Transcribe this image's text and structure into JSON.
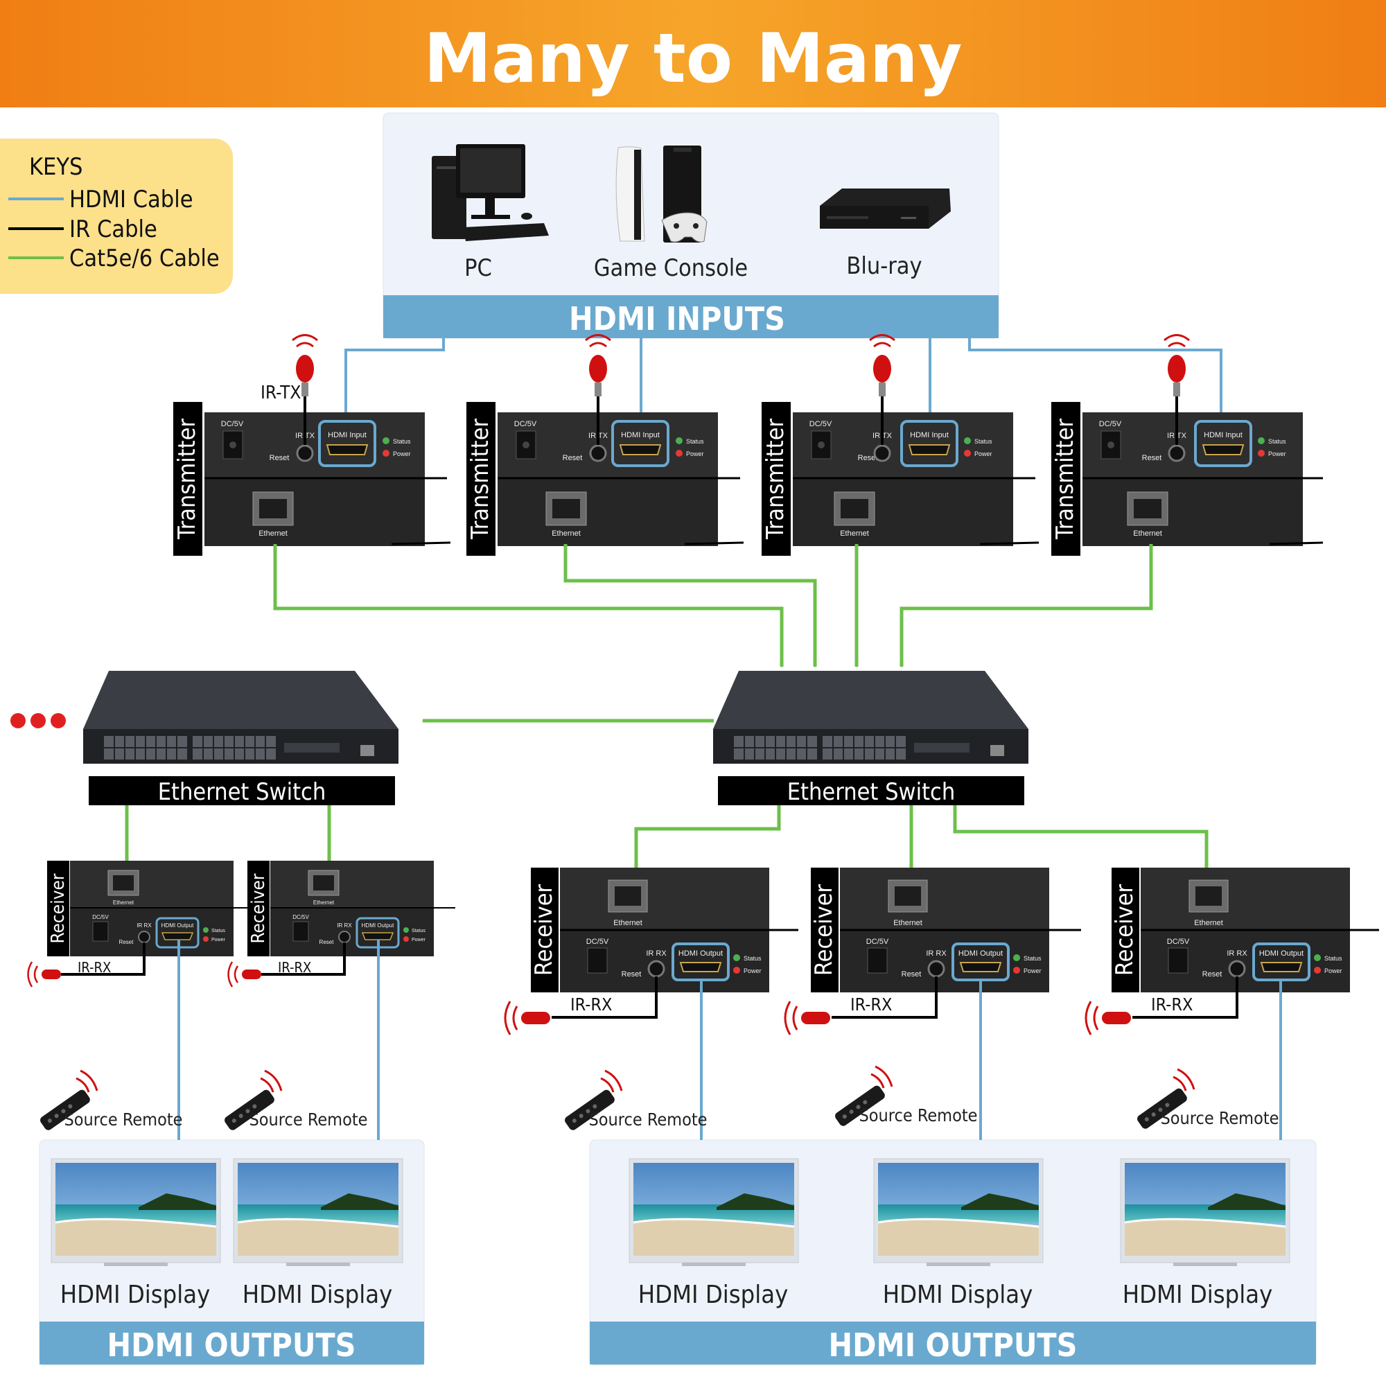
{
  "title": "Many to Many",
  "keys": {
    "heading": "KEYS",
    "items": [
      {
        "label": "HDMI Cable",
        "color": "#6aa9cf"
      },
      {
        "label": "IR Cable",
        "color": "#000000"
      },
      {
        "label": "Cat5e/6 Cable",
        "color": "#6cc04a"
      }
    ]
  },
  "inputs": {
    "header": "HDMI INPUTS",
    "sources": [
      {
        "label": "PC",
        "icon": "pc-icon"
      },
      {
        "label": "Game Console",
        "icon": "game-console-icon"
      },
      {
        "label": "Blu-ray",
        "icon": "bluray-player-icon"
      }
    ]
  },
  "transmitter": {
    "side_label": "Transmitter",
    "ir_label": "IR-TX",
    "dc": "DC/5V",
    "reset": "Reset",
    "ir_port": "IR TX",
    "hdmi_port": "HDMI Input",
    "status": "Status",
    "power": "Power",
    "ethernet": "Ethernet"
  },
  "receiver": {
    "side_label": "Receiver",
    "ir_label": "IR-RX",
    "dc": "DC/5V",
    "reset": "Reset",
    "ir_port": "IR RX",
    "hdmi_port": "HDMI Output",
    "status": "Status",
    "power": "Power",
    "ethernet": "Ethernet"
  },
  "switch": {
    "label": "Ethernet Switch"
  },
  "remote": {
    "label": "Source Remote"
  },
  "display": {
    "label": "HDMI Display"
  },
  "outputs": {
    "header": "HDMI OUTPUTS"
  },
  "colors": {
    "banner": "#f08a1e",
    "keys_bg": "#fde08a",
    "hdmi": "#6aa9cf",
    "cat": "#6cc04a",
    "panel": "#eef3fb",
    "panel_header": "#6aa9cf",
    "device": "#2e2e2e",
    "ir_red": "#d01010"
  }
}
